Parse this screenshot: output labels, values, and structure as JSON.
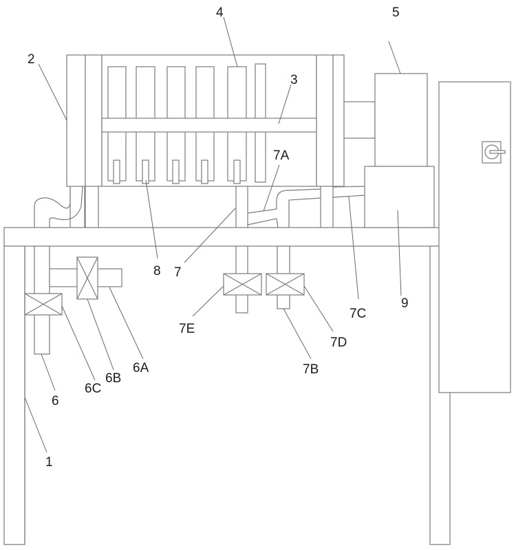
{
  "figure": {
    "labels": {
      "frame": "1",
      "left_press_plate": "2",
      "guide_beam": "3",
      "filter_plate": "4",
      "hydraulic_cylinder": "5",
      "left_drain_pipe": "6",
      "pipe_6A": "6A",
      "valve_6B": "6B",
      "valve_6C": "6C",
      "main_feed_pipe": "7",
      "branch_7A": "7A",
      "pipe_7B": "7B",
      "pipe_7C": "7C",
      "valve_7D": "7D",
      "valve_7E": "7E",
      "drain_nozzle": "8",
      "control_box_9": "9"
    },
    "colors": {
      "line": "#7a7a7a",
      "leader": "#666666",
      "text": "#1a1a1a",
      "background": "#ffffff"
    }
  }
}
